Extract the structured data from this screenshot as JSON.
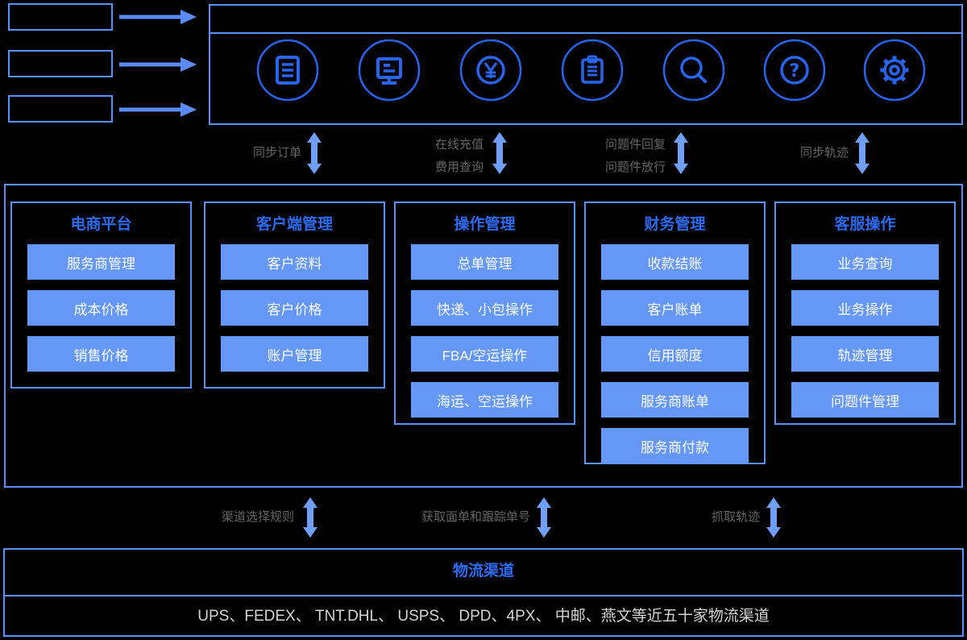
{
  "palette": {
    "background": "#000000",
    "box_border_blue": "#5b8ff9",
    "chip_fill_blue": "#6598f6",
    "chip_text": "#ffffff",
    "module_title_blue": "#2c6af0",
    "icon_stroke_blue": "#2765ee",
    "double_arrow_blue": "#6f9ff7",
    "straight_arrow_blue": "#5b8cf6",
    "flow_label_gray": "#646464",
    "channels_title_blue": "#2e6cf6",
    "channels_desc_gray": "#d4d4d4"
  },
  "sources": {
    "boxes": [
      {
        "label": ""
      },
      {
        "label": ""
      },
      {
        "label": ""
      }
    ]
  },
  "banner": {
    "title": "",
    "icons": [
      {
        "name": "order-list-icon",
        "label": ""
      },
      {
        "name": "monitor-icon",
        "label": ""
      },
      {
        "name": "currency-yen-icon",
        "label": ""
      },
      {
        "name": "clipboard-icon",
        "label": ""
      },
      {
        "name": "search-icon",
        "label": ""
      },
      {
        "name": "help-icon",
        "label": ""
      },
      {
        "name": "settings-icon",
        "label": ""
      }
    ]
  },
  "top_flows": [
    {
      "labels": [
        "同步订单"
      ]
    },
    {
      "labels": [
        "在线充值",
        "费用查询"
      ]
    },
    {
      "labels": [
        "问题件回复",
        "问题件放行"
      ]
    },
    {
      "labels": [
        "同步轨迹"
      ]
    }
  ],
  "modules": [
    {
      "title": "电商平台",
      "items": [
        "服务商管理",
        "成本价格",
        "销售价格"
      ]
    },
    {
      "title": "客户端管理",
      "items": [
        "客户资料",
        "客户价格",
        "账户管理"
      ]
    },
    {
      "title": "操作管理",
      "items": [
        "总单管理",
        "快递、小包操作",
        "FBA/空运操作",
        "海运、空运操作"
      ]
    },
    {
      "title": "财务管理",
      "items": [
        "收款结账",
        "客户账单",
        "信用额度",
        "服务商账单",
        "服务商付款"
      ]
    },
    {
      "title": "客服操作",
      "items": [
        "业务查询",
        "业务操作",
        "轨迹管理",
        "问题件管理"
      ]
    }
  ],
  "bottom_flows": [
    {
      "labels": [
        "渠道选择规则"
      ]
    },
    {
      "labels": [
        "获取面单和跟踪单号"
      ]
    },
    {
      "labels": [
        "抓取轨迹"
      ]
    }
  ],
  "channels": {
    "title": "物流渠道",
    "description": "UPS、FEDEX、 TNT.DHL、 USPS、 DPD、4PX、 中邮、燕文等近五十家物流渠道"
  }
}
